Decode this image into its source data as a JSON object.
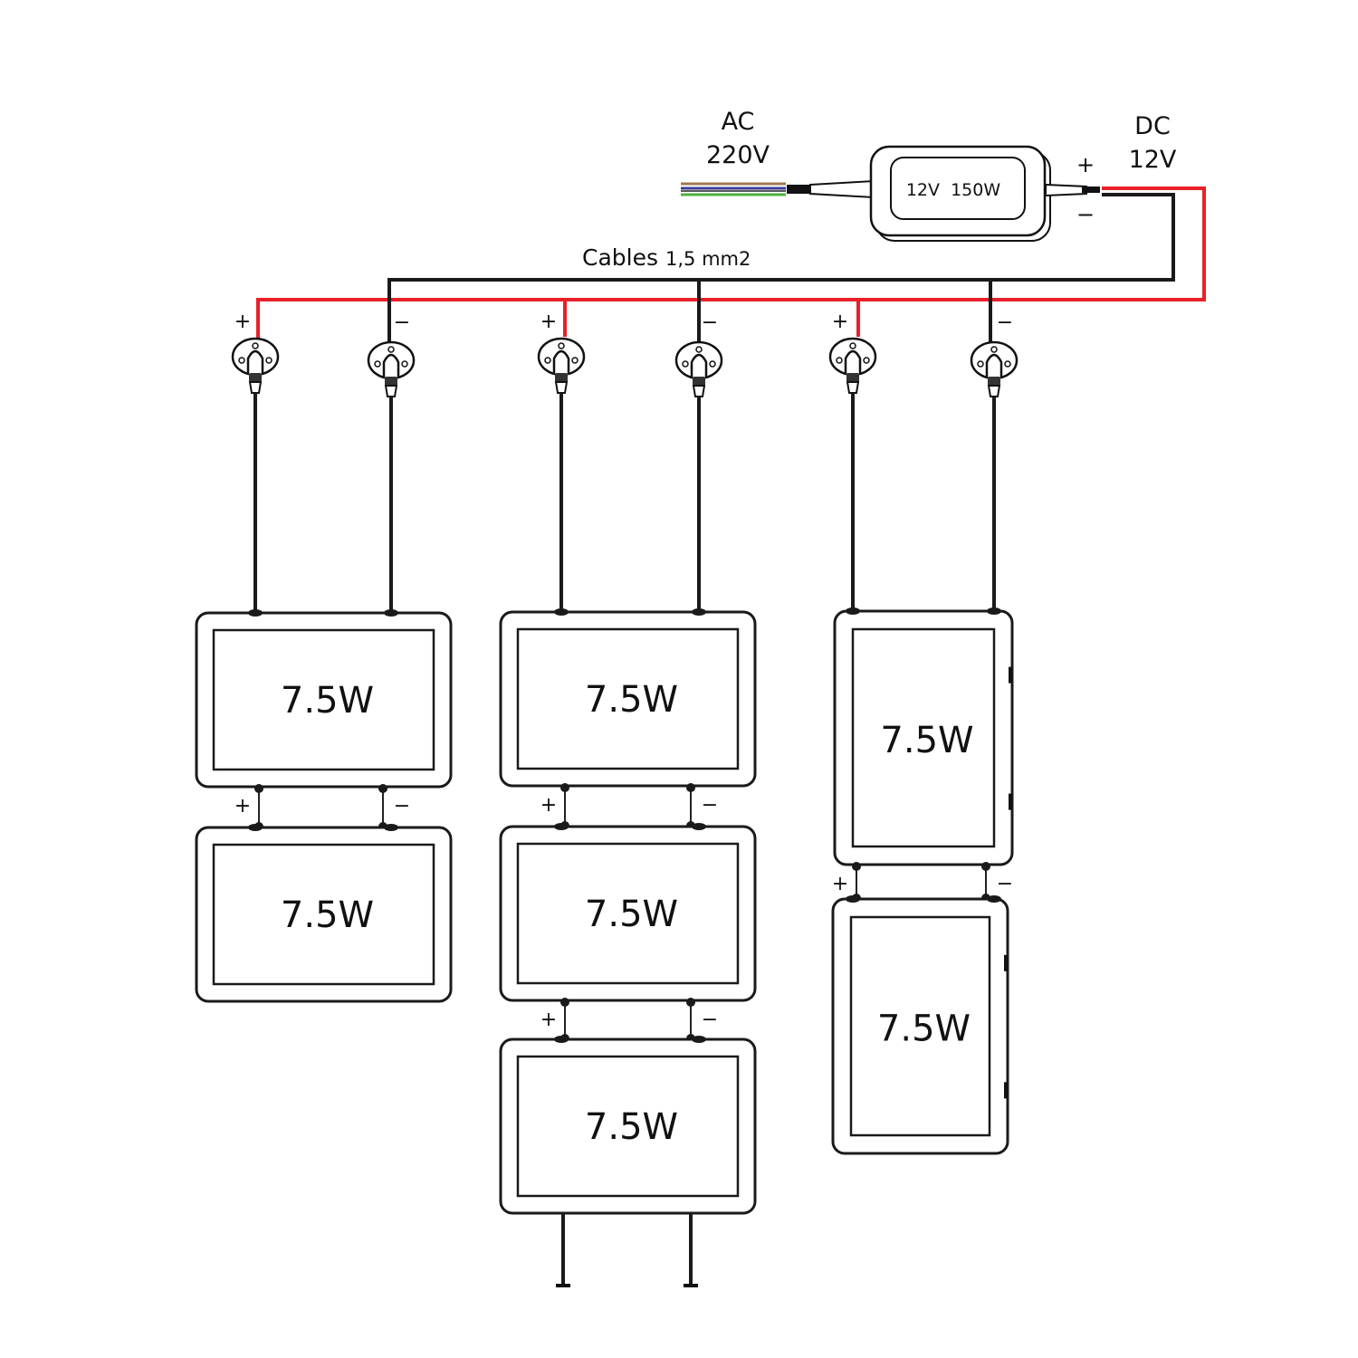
{
  "input": {
    "label_line1": "AC",
    "label_line2": "220V",
    "wire_colors": [
      "#a07850",
      "#3a3f9a",
      "#4caf3a"
    ]
  },
  "output": {
    "label_line1": "DC",
    "label_line2": "12V",
    "plus": "+",
    "minus": "−"
  },
  "power_supply": {
    "label": "12V  150W"
  },
  "cables": {
    "label_main": "Cables",
    "label_size": "1,5 mm2"
  },
  "colors": {
    "positive": "#e8202a",
    "negative": "#1a1a1a"
  },
  "polarity": {
    "plus": "+",
    "minus": "−"
  },
  "columns": [
    {
      "panels": [
        {
          "power": "7.5W"
        },
        {
          "power": "7.5W"
        }
      ],
      "orientation": "landscape"
    },
    {
      "panels": [
        {
          "power": "7.5W"
        },
        {
          "power": "7.5W"
        },
        {
          "power": "7.5W"
        }
      ],
      "orientation": "landscape"
    },
    {
      "panels": [
        {
          "power": "7.5W"
        },
        {
          "power": "7.5W"
        }
      ],
      "orientation": "portrait"
    }
  ]
}
